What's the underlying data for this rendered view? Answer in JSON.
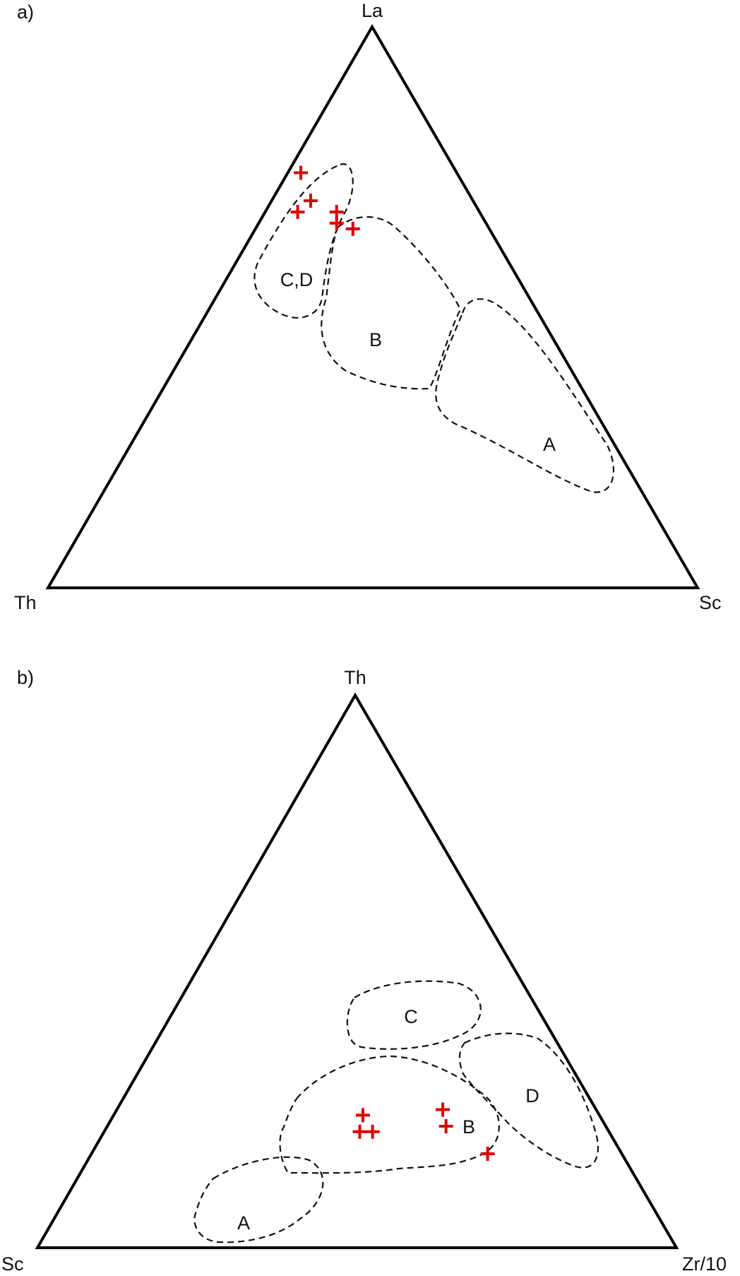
{
  "chart_data": [
    {
      "type": "ternary",
      "panel_label": "a)",
      "axes": {
        "top": "La",
        "left": "Th",
        "right": "Sc"
      },
      "fields": [
        {
          "label": "A"
        },
        {
          "label": "B"
        },
        {
          "label": "C,D"
        }
      ],
      "points_marker": "red plus",
      "points_pixel_note": "",
      "points": [
        {
          "top": 0.74,
          "left": 0.24,
          "right": 0.02
        },
        {
          "top": 0.69,
          "left": 0.25,
          "right": 0.06
        },
        {
          "top": 0.67,
          "left": 0.28,
          "right": 0.05
        },
        {
          "top": 0.67,
          "left": 0.22,
          "right": 0.11
        },
        {
          "top": 0.65,
          "left": 0.23,
          "right": 0.12
        },
        {
          "top": 0.64,
          "left": 0.21,
          "right": 0.15
        }
      ]
    },
    {
      "type": "ternary",
      "panel_label": "b)",
      "axes": {
        "top": "Th",
        "left": "Sc",
        "right": "Zr/10"
      },
      "fields": [
        {
          "label": "A"
        },
        {
          "label": "B"
        },
        {
          "label": "C"
        },
        {
          "label": "D"
        }
      ],
      "points_marker": "red plus",
      "points": [
        {
          "top": 0.24,
          "left": 0.37,
          "right": 0.39
        },
        {
          "top": 0.21,
          "left": 0.39,
          "right": 0.4
        },
        {
          "top": 0.21,
          "left": 0.37,
          "right": 0.42
        },
        {
          "top": 0.25,
          "left": 0.24,
          "right": 0.51
        },
        {
          "top": 0.22,
          "left": 0.25,
          "right": 0.53
        },
        {
          "top": 0.17,
          "left": 0.21,
          "right": 0.62
        }
      ]
    }
  ]
}
